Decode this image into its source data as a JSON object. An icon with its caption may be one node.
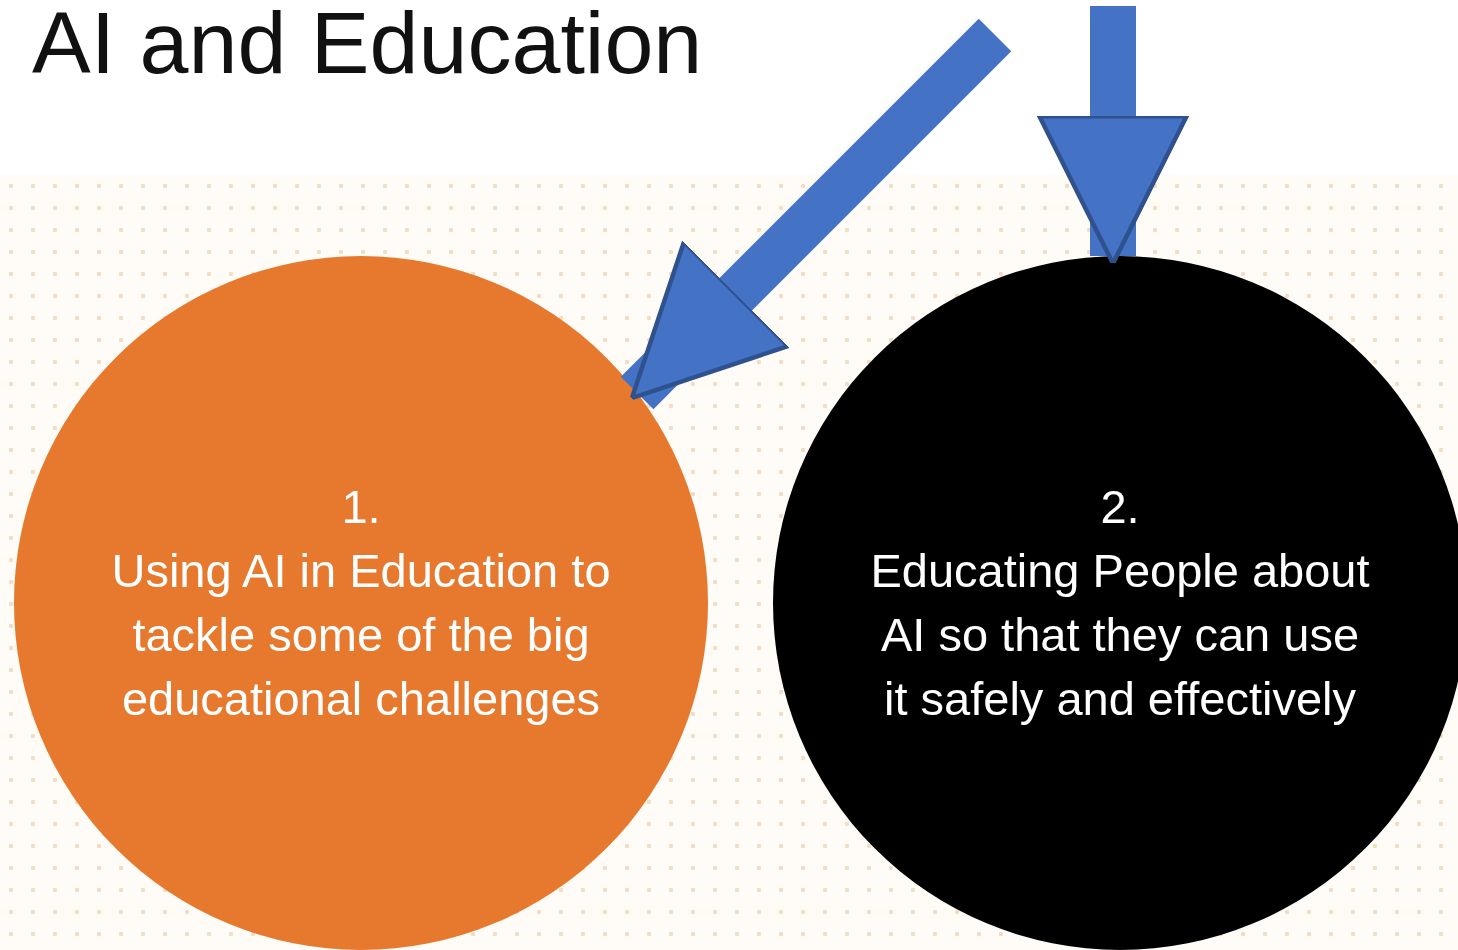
{
  "diagram": {
    "title": "AI and Education",
    "nodes": [
      {
        "text": [
          "1.",
          "Using AI in Education to tackle some of the big educational challenges"
        ]
      },
      {
        "text": [
          "2.",
          "Educating People about AI so that they can use it safely and effectively"
        ]
      }
    ],
    "edges": [
      {
        "from": null,
        "to": 0,
        "arrow": "to"
      },
      {
        "from": null,
        "to": 1,
        "arrow": "to"
      }
    ]
  }
}
